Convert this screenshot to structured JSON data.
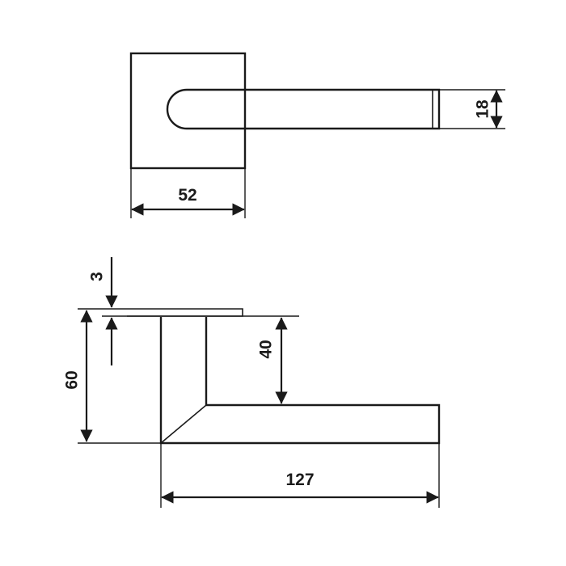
{
  "diagram": {
    "top_view": {
      "rose_width_label": "52",
      "lever_thickness_label": "18"
    },
    "side_view": {
      "rose_thickness_label": "3",
      "lever_height_label": "40",
      "total_height_label": "60",
      "projection_label": "127"
    }
  }
}
